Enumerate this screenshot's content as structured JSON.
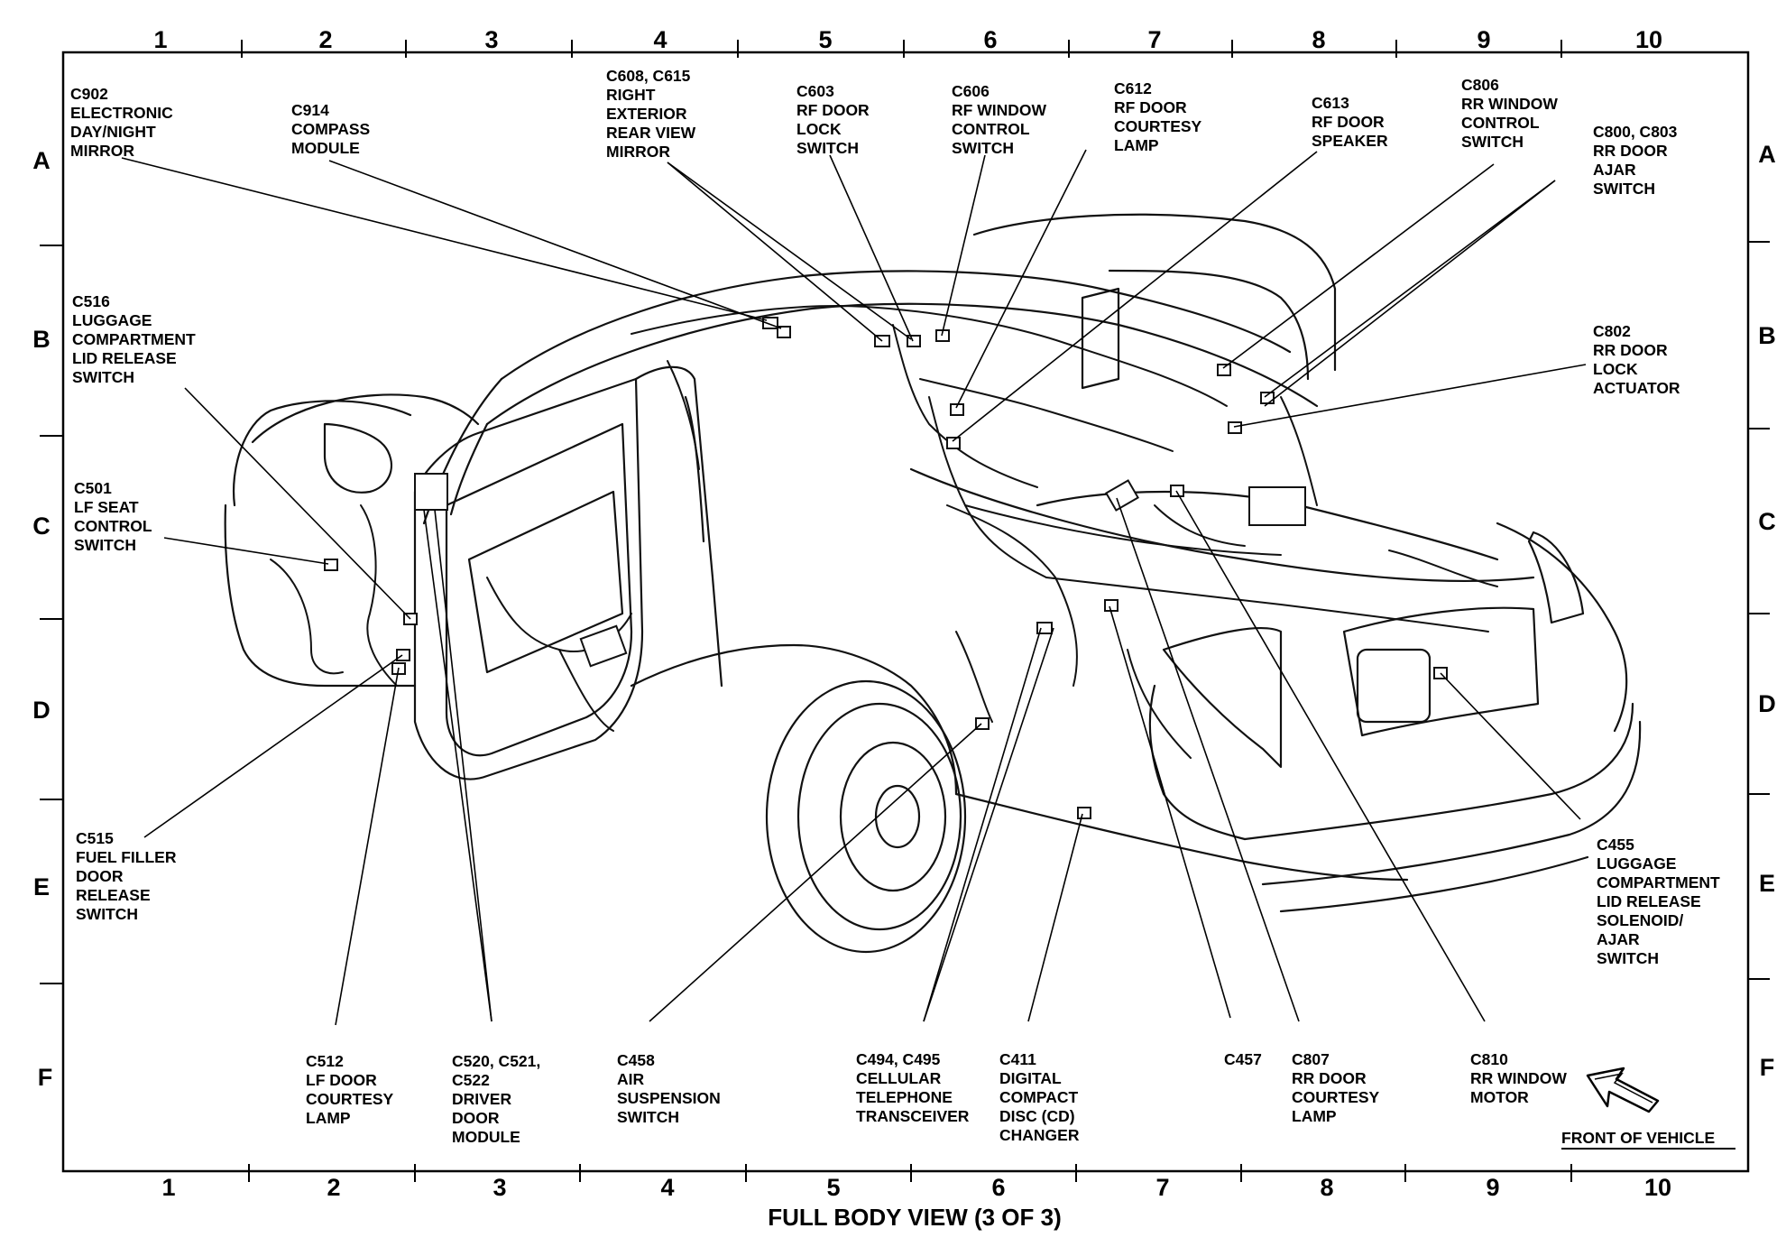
{
  "columns": [
    "1",
    "2",
    "3",
    "4",
    "5",
    "6",
    "7",
    "8",
    "9",
    "10"
  ],
  "rows": [
    "A",
    "B",
    "C",
    "D",
    "E",
    "F"
  ],
  "caption": "FULL BODY VIEW (3 OF 3)",
  "front_label": "FRONT OF VEHICLE",
  "callouts": [
    {
      "id": "c902",
      "lines": [
        "C902",
        "ELECTRONIC",
        "DAY/NIGHT",
        "MIRROR"
      ]
    },
    {
      "id": "c914",
      "lines": [
        "C914",
        "COMPASS",
        "MODULE"
      ]
    },
    {
      "id": "c608",
      "lines": [
        "C608, C615",
        "RIGHT",
        "EXTERIOR",
        "REAR VIEW",
        "MIRROR"
      ]
    },
    {
      "id": "c603",
      "lines": [
        "C603",
        "RF DOOR",
        "LOCK",
        "SWITCH"
      ]
    },
    {
      "id": "c606",
      "lines": [
        "C606",
        "RF WINDOW",
        "CONTROL",
        "SWITCH"
      ]
    },
    {
      "id": "c612",
      "lines": [
        "C612",
        "RF DOOR",
        "COURTESY",
        "LAMP"
      ]
    },
    {
      "id": "c613",
      "lines": [
        "C613",
        "RF DOOR",
        "SPEAKER"
      ]
    },
    {
      "id": "c806",
      "lines": [
        "C806",
        "RR WINDOW",
        "CONTROL",
        "SWITCH"
      ]
    },
    {
      "id": "c800",
      "lines": [
        "C800, C803",
        "RR DOOR",
        "AJAR",
        "SWITCH"
      ]
    },
    {
      "id": "c516",
      "lines": [
        "C516",
        "LUGGAGE",
        "COMPARTMENT",
        "LID RELEASE",
        "SWITCH"
      ]
    },
    {
      "id": "c802",
      "lines": [
        "C802",
        "RR DOOR",
        "LOCK",
        "ACTUATOR"
      ]
    },
    {
      "id": "c501",
      "lines": [
        "C501",
        "LF SEAT",
        "CONTROL",
        "SWITCH"
      ]
    },
    {
      "id": "c515",
      "lines": [
        "C515",
        "FUEL FILLER",
        "DOOR",
        "RELEASE",
        "SWITCH"
      ]
    },
    {
      "id": "c455",
      "lines": [
        "C455",
        "LUGGAGE",
        "COMPARTMENT",
        "LID RELEASE",
        "SOLENOID/",
        "AJAR",
        "SWITCH"
      ]
    },
    {
      "id": "c512",
      "lines": [
        "C512",
        "LF DOOR",
        "COURTESY",
        "LAMP"
      ]
    },
    {
      "id": "c520",
      "lines": [
        "C520, C521,",
        "C522",
        "DRIVER",
        "DOOR",
        "MODULE"
      ]
    },
    {
      "id": "c458",
      "lines": [
        "C458",
        "AIR",
        "SUSPENSION",
        "SWITCH"
      ]
    },
    {
      "id": "c494",
      "lines": [
        "C494, C495",
        "CELLULAR",
        "TELEPHONE",
        "TRANSCEIVER"
      ]
    },
    {
      "id": "c411",
      "lines": [
        "C411",
        "DIGITAL",
        "COMPACT",
        "DISC (CD)",
        "CHANGER"
      ]
    },
    {
      "id": "c457",
      "lines": [
        "C457"
      ]
    },
    {
      "id": "c807",
      "lines": [
        "C807",
        "RR DOOR",
        "COURTESY",
        "LAMP"
      ]
    },
    {
      "id": "c810",
      "lines": [
        "C810",
        "RR WINDOW",
        "MOTOR"
      ]
    }
  ]
}
